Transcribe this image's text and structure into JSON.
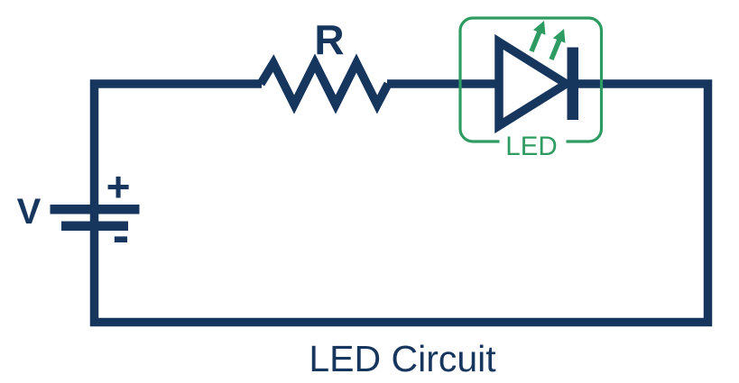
{
  "diagram": {
    "title": "LED Circuit",
    "components": {
      "battery": {
        "label": "V",
        "positive": "+",
        "negative": "-"
      },
      "resistor": {
        "label": "R"
      },
      "led": {
        "label": "LED"
      }
    }
  },
  "colors": {
    "wire_navy": "#17365d",
    "led_green": "#2e9c62",
    "background": "#ffffff"
  }
}
